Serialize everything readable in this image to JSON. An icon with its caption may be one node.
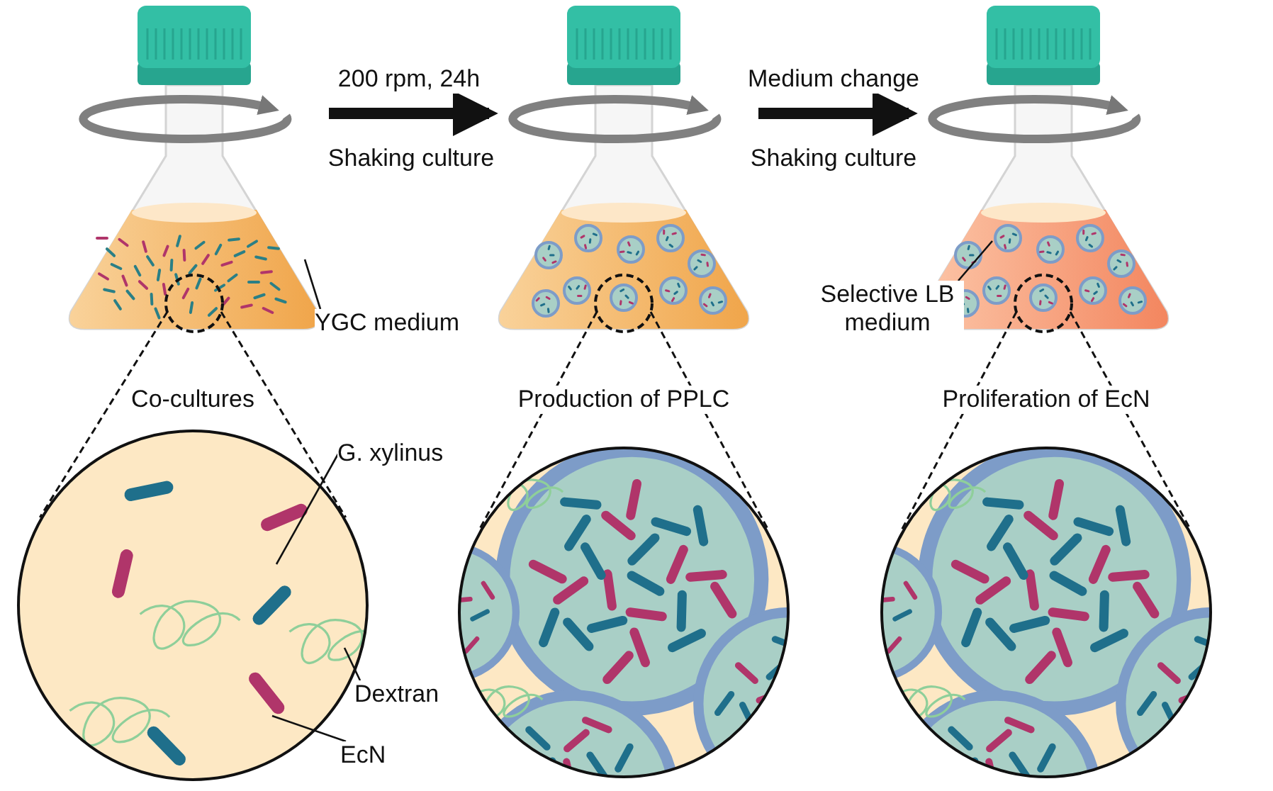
{
  "diagram": {
    "nodes": [
      {
        "text": [],
        "shape": "picture"
      },
      {
        "text": [],
        "shape": "picture"
      },
      {
        "text": [],
        "shape": "picture"
      },
      {
        "text": [
          "Co-cultures"
        ]
      },
      {
        "text": [
          "Production of PPLC"
        ]
      },
      {
        "text": [
          "Proliferation of EcN"
        ]
      },
      {
        "text": [
          "YGC medium"
        ]
      },
      {
        "text": [
          "Selective LB medium"
        ]
      },
      {
        "text": [
          "G. xylinus"
        ]
      },
      {
        "text": [
          "Dextran"
        ]
      },
      {
        "text": [
          "EcN"
        ]
      }
    ],
    "edges": [
      {
        "from": 0,
        "to": 1,
        "arrow": "to",
        "label": "200 rpm, 24h",
        "style": "thick"
      },
      {
        "from": 1,
        "to": 2,
        "arrow": "to",
        "label": "Medium change",
        "style": "thick"
      },
      {
        "from": 0,
        "to": 3,
        "arrow": "none",
        "style": "dashed"
      },
      {
        "from": 0,
        "to": 3,
        "arrow": "none",
        "style": "dashed"
      },
      {
        "from": 1,
        "to": 4,
        "arrow": "none",
        "style": "dashed"
      },
      {
        "from": 1,
        "to": 4,
        "arrow": "none",
        "style": "dashed"
      },
      {
        "from": 2,
        "to": 5,
        "arrow": "none",
        "style": "dashed"
      },
      {
        "from": 2,
        "to": 5,
        "arrow": "none",
        "style": "dashed"
      },
      {
        "from": 6,
        "to": 0,
        "arrow": "none"
      },
      {
        "from": 7,
        "to": 2,
        "arrow": "none"
      },
      {
        "from": 8,
        "to": 3,
        "arrow": "none"
      },
      {
        "from": 9,
        "to": 3,
        "arrow": "none"
      },
      {
        "from": 10,
        "to": 3,
        "arrow": "none"
      }
    ],
    "labels": [
      "Shaking culture",
      "Shaking culture"
    ]
  }
}
